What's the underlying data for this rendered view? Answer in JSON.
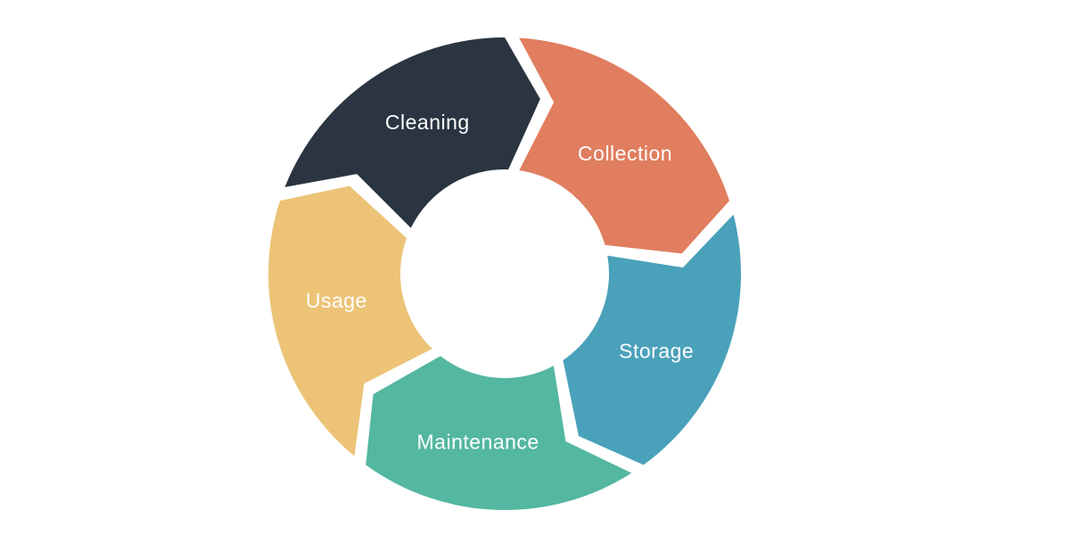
{
  "diagram": {
    "type": "cycle-arrows",
    "direction": "clockwise",
    "background": "#ffffff",
    "label_color": "#ffffff",
    "segments": [
      {
        "label": "Cleaning",
        "color": "#2a3541"
      },
      {
        "label": "Collection",
        "color": "#e07e5f"
      },
      {
        "label": "Storage",
        "color": "#4aa1ba"
      },
      {
        "label": "Maintenance",
        "color": "#54b7a0"
      },
      {
        "label": "Usage",
        "color": "#ecc377"
      }
    ]
  }
}
